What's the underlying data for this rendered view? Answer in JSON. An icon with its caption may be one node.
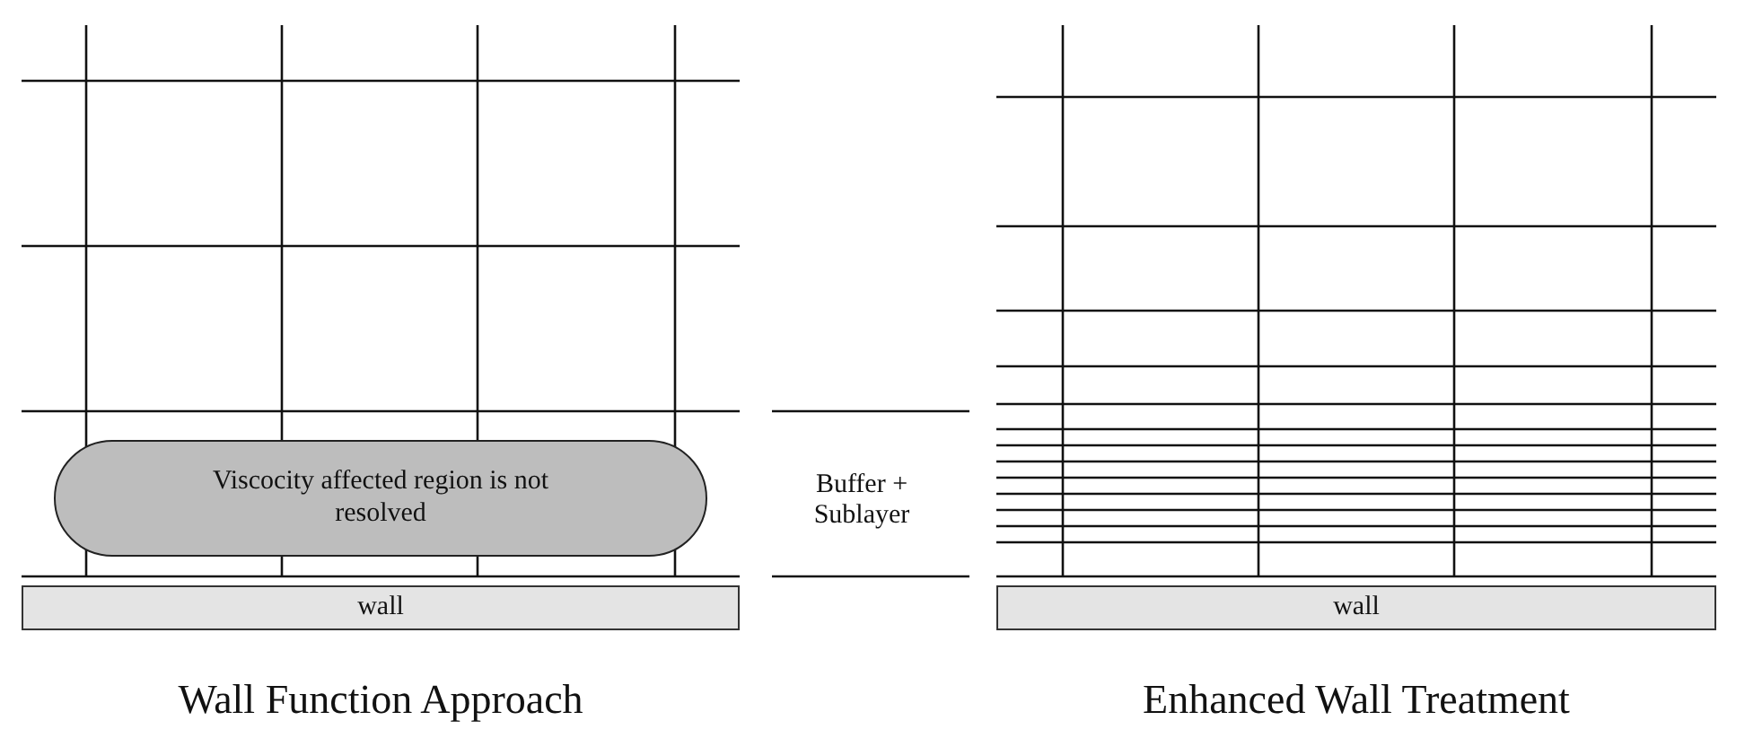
{
  "diagram": {
    "nodes": [
      {
        "text": [
          "Viscocity affected region is not resolved"
        ]
      },
      {
        "text": [
          "wall"
        ]
      },
      {
        "text": [
          "wall"
        ]
      }
    ],
    "labels": [
      "Buffer + Sublayer",
      "Wall Function Approach",
      "Enhanced Wall Treatment"
    ]
  }
}
